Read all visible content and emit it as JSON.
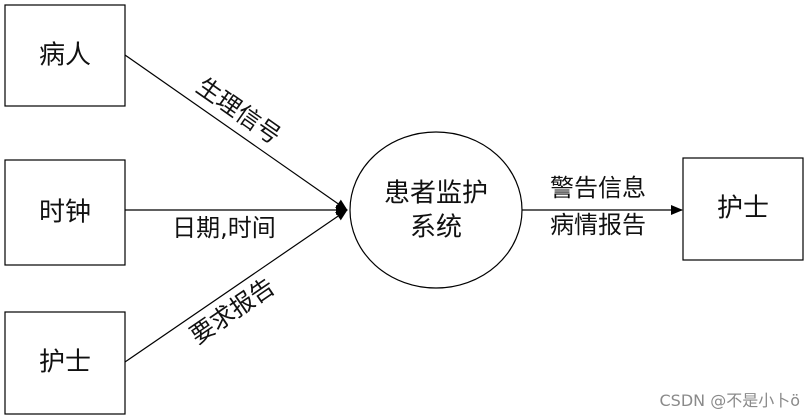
{
  "nodes": {
    "patient": "病人",
    "clock": "时钟",
    "nurse_source": "护士",
    "system_line1": "患者监护",
    "system_line2": "系统",
    "nurse_target": "护士"
  },
  "edges": {
    "vital_signs": "生理信号",
    "date_time": "日期,时间",
    "request_report": "要求报告",
    "warning_info": "警告信息",
    "condition_report": "病情报告"
  },
  "watermark": "CSDN @不是小卜ö"
}
